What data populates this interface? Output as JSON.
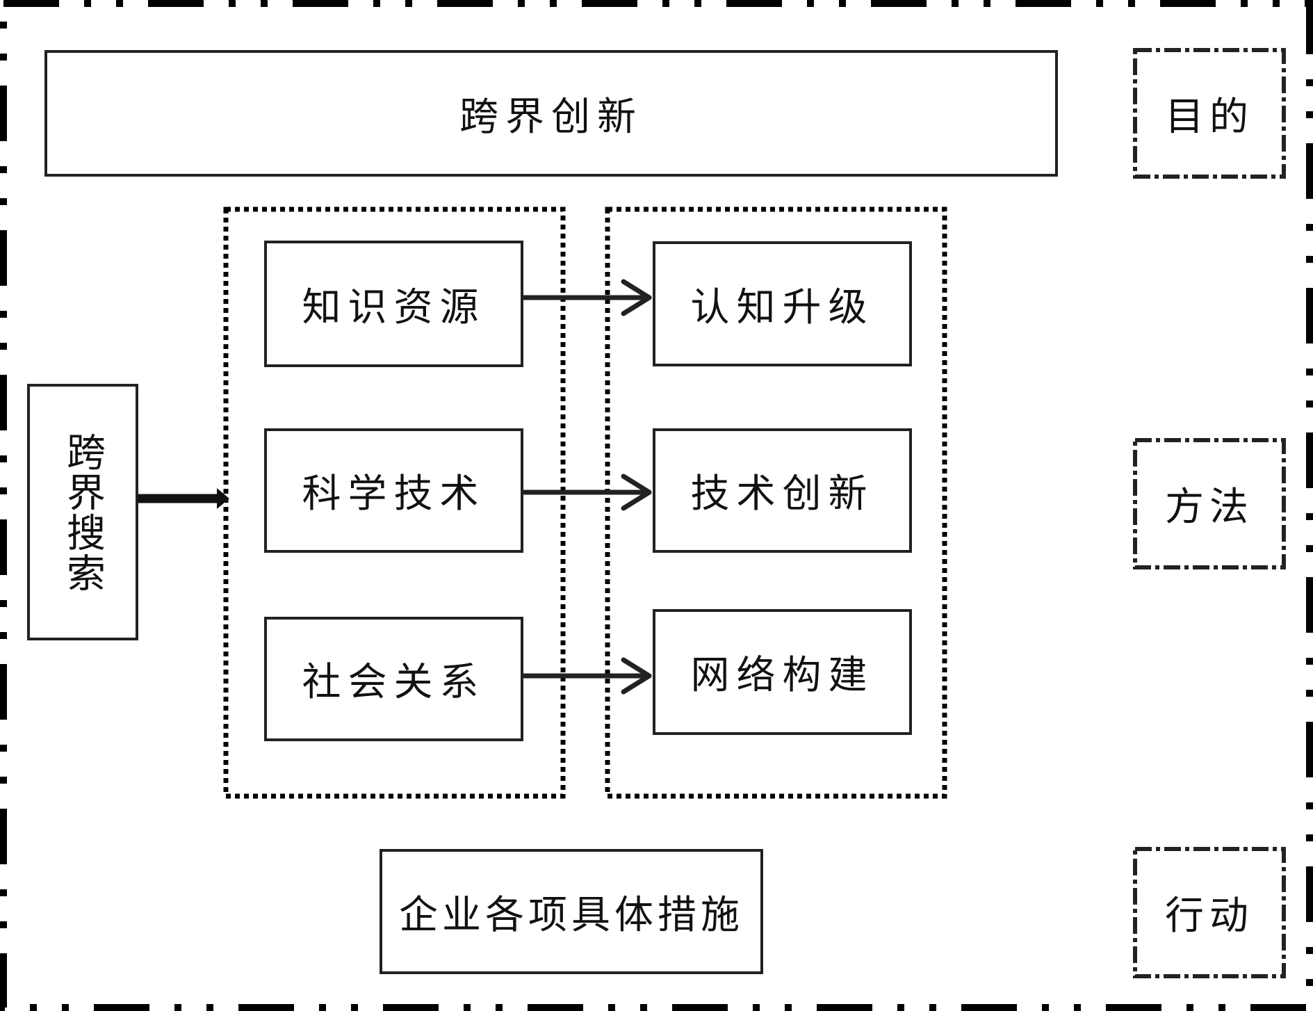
{
  "diagram": {
    "goal": "跨界创新",
    "search": "跨界搜索",
    "resources": [
      {
        "label": "知识资源"
      },
      {
        "label": "科学技术"
      },
      {
        "label": "社会关系"
      }
    ],
    "outcomes": [
      {
        "label": "认知升级"
      },
      {
        "label": "技术创新"
      },
      {
        "label": "网络构建"
      }
    ],
    "measures": "企业各项具体措施",
    "levels": [
      {
        "label": "目的"
      },
      {
        "label": "方法"
      },
      {
        "label": "行动"
      }
    ],
    "colors": {
      "stroke": "#222222",
      "background": "#ffffff"
    }
  }
}
